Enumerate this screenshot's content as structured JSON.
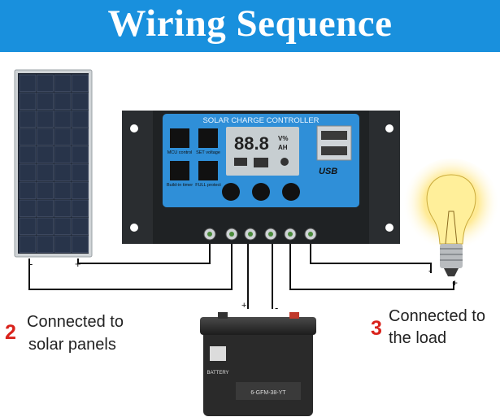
{
  "banner": {
    "title": "Wiring Sequence"
  },
  "controller": {
    "label": "SOLAR CHARGE CONTROLLER",
    "display_value": "88.8",
    "display_unit_top": "V%",
    "display_unit_bottom": "AH",
    "usb_label": "USB",
    "icon_labels": [
      "MCU control",
      "SET voltage",
      "Build-in timer",
      "FULL protect"
    ]
  },
  "panel": {
    "neg": "-",
    "pos": "+"
  },
  "battery": {
    "neg": "-",
    "pos": "+",
    "brand": "BATTERY",
    "model": "6-GFM-38-YT"
  },
  "bulb": {
    "neg": "-",
    "pos": "+"
  },
  "steps": [
    {
      "number": "2",
      "lines": [
        "Connected to",
        "solar panels"
      ]
    },
    {
      "number": "3",
      "lines": [
        "Connected to",
        "the load"
      ]
    }
  ],
  "colors": {
    "banner": "#1990dd",
    "step_number": "#d9231c",
    "controller_face": "#2f8fd8"
  }
}
